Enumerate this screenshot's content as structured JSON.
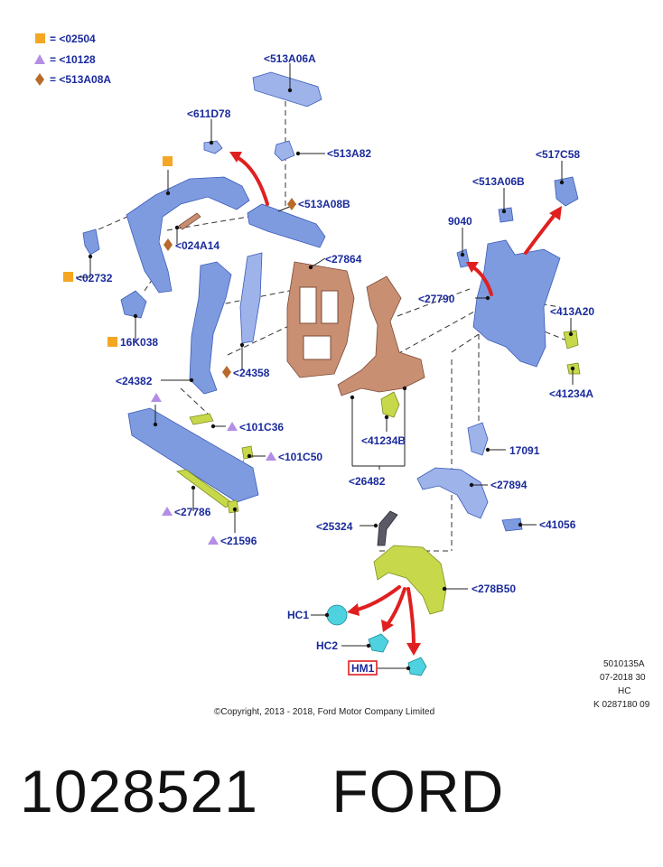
{
  "legend": [
    {
      "symbol": "square",
      "color": "#f5a623",
      "text": "= <02504"
    },
    {
      "symbol": "triangle",
      "color": "#b48ee6",
      "text": "= <10128"
    },
    {
      "symbol": "diamond",
      "color": "#b86a2a",
      "text": "= <513A08A"
    }
  ],
  "labels": {
    "l_513A06A": "<513A06A",
    "l_611D78": "<611D78",
    "l_513A82": "<513A82",
    "l_513A08B": "<513A08B",
    "l_024A14": "<024A14",
    "l_02732": "<02732",
    "l_16K038": "16K038",
    "l_27864": "<27864",
    "l_9040": "9040",
    "l_513A06B": "<513A06B",
    "l_517C58": "<517C58",
    "l_27790": "<27790",
    "l_413A20": "<413A20",
    "l_41234A": "<41234A",
    "l_24358": "<24358",
    "l_24382": "<24382",
    "l_101C36": "<101C36",
    "l_101C50": "<101C50",
    "l_27786": "<27786",
    "l_21596": "<21596",
    "l_41234B": "<41234B",
    "l_26482": "<26482",
    "l_17091": "17091",
    "l_27894": "<27894",
    "l_25324": "<25324",
    "l_41056": "<41056",
    "l_278B50": "<278B50",
    "l_HC1": "HC1",
    "l_HC2": "HC2",
    "l_HM1": "HM1"
  },
  "meta": {
    "code": "5010135A",
    "date": "07-2018 30",
    "region": "HC",
    "ref": "K 0287180 09"
  },
  "copyright": "©Copyright, 2013 - 2018, Ford Motor Company Limited",
  "footer": {
    "part_number": "1028521",
    "brand": "FORD"
  },
  "colors": {
    "label": "#1a2a9c",
    "square_marker": "#f5a623",
    "triangle_marker": "#b48ee6",
    "diamond_marker": "#b86a2a",
    "arrow": "#e02020",
    "highlight_box": "#e02020"
  }
}
